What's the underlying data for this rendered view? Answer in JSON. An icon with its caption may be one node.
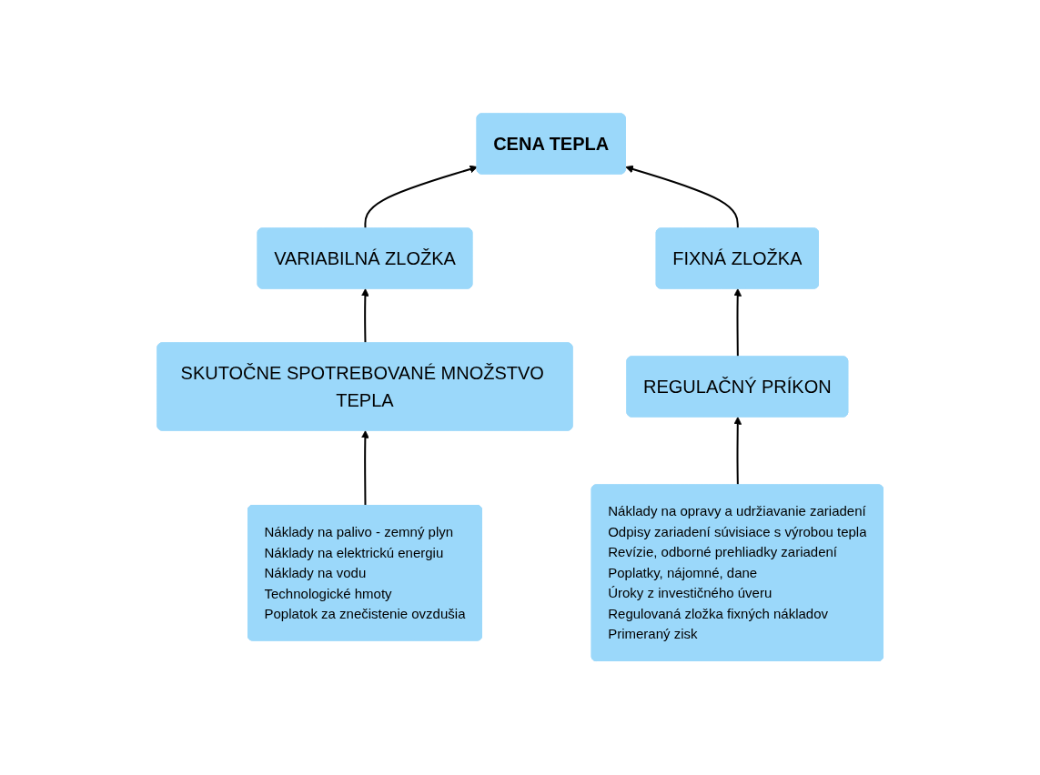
{
  "diagram": {
    "nodes": [
      {
        "text": [
          "CENA TEPLA"
        ]
      },
      {
        "text": [
          "VARIABILNÁ ZLOŽKA"
        ]
      },
      {
        "text": [
          "FIXNÁ ZLOŽKA"
        ]
      },
      {
        "text": [
          "SKUTOČNE SPOTREBOVANÉ MNOŽSTVO TEPLA"
        ]
      },
      {
        "text": [
          "REGULAČNÝ PRÍKON"
        ]
      },
      {
        "text": [
          "Náklady na palivo - zemný plyn",
          "Náklady na elektrickú energiu",
          "Náklady na vodu",
          "Technologické hmoty",
          "Poplatok za znečistenie ovzdušia"
        ]
      },
      {
        "text": [
          "Náklady na opravy a udržiavanie zariadení",
          "Odpisy zariadení súvisiace s výrobou tepla",
          "Revízie, odborné prehliadky zariadení",
          "Poplatky, nájomné, dane",
          "Úroky z investičného úveru",
          "Regulovaná zložka fixných nákladov",
          "Primeraný zisk"
        ]
      }
    ],
    "edges": [
      {
        "from": 1,
        "to": 0,
        "arrow": "to"
      },
      {
        "from": 2,
        "to": 0,
        "arrow": "to"
      },
      {
        "from": 3,
        "to": 1,
        "arrow": "to"
      },
      {
        "from": 4,
        "to": 2,
        "arrow": "to"
      },
      {
        "from": 5,
        "to": 3,
        "arrow": "to"
      },
      {
        "from": 6,
        "to": 4,
        "arrow": "to"
      }
    ]
  }
}
